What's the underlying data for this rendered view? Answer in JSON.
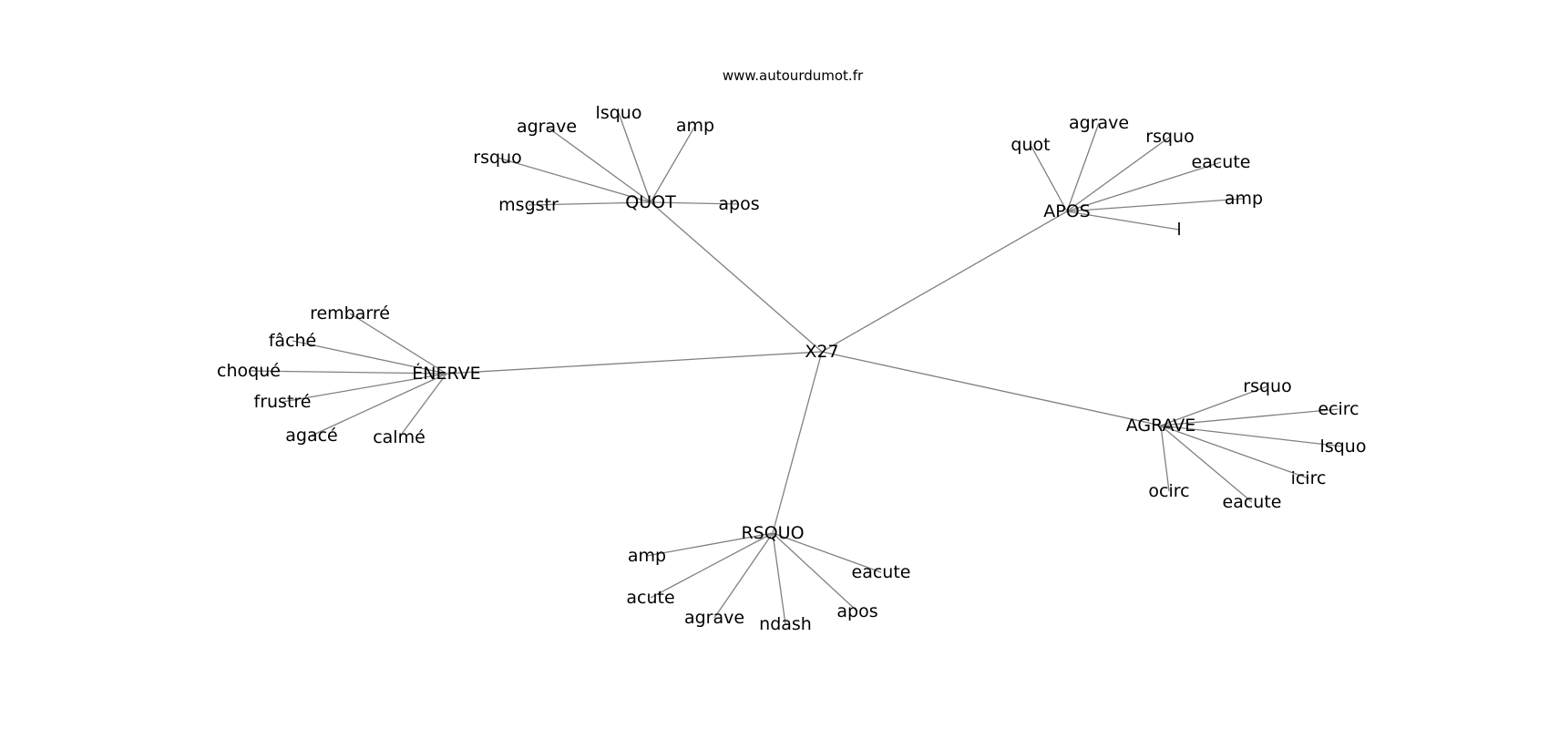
{
  "watermark": "www.autourdumot.fr",
  "center": "X27",
  "colors": {
    "edge": "#808080",
    "text": "#000000",
    "background": "#ffffff"
  },
  "hubs": [
    {
      "label": "QUOT",
      "leaves": [
        "msgstr",
        "rsquo",
        "agrave",
        "lsquo",
        "amp",
        "apos"
      ]
    },
    {
      "label": "APOS",
      "leaves": [
        "quot",
        "agrave",
        "rsquo",
        "eacute",
        "amp",
        "l"
      ]
    },
    {
      "label": "ÉNERVE",
      "leaves": [
        "rembarré",
        "fâché",
        "choqué",
        "frustré",
        "agacé",
        "calmé"
      ]
    },
    {
      "label": "AGRAVE",
      "leaves": [
        "rsquo",
        "ecirc",
        "lsquo",
        "icirc",
        "eacute",
        "ocirc"
      ]
    },
    {
      "label": "RSQUO",
      "leaves": [
        "amp",
        "acute",
        "agrave",
        "ndash",
        "apos",
        "eacute"
      ]
    }
  ]
}
